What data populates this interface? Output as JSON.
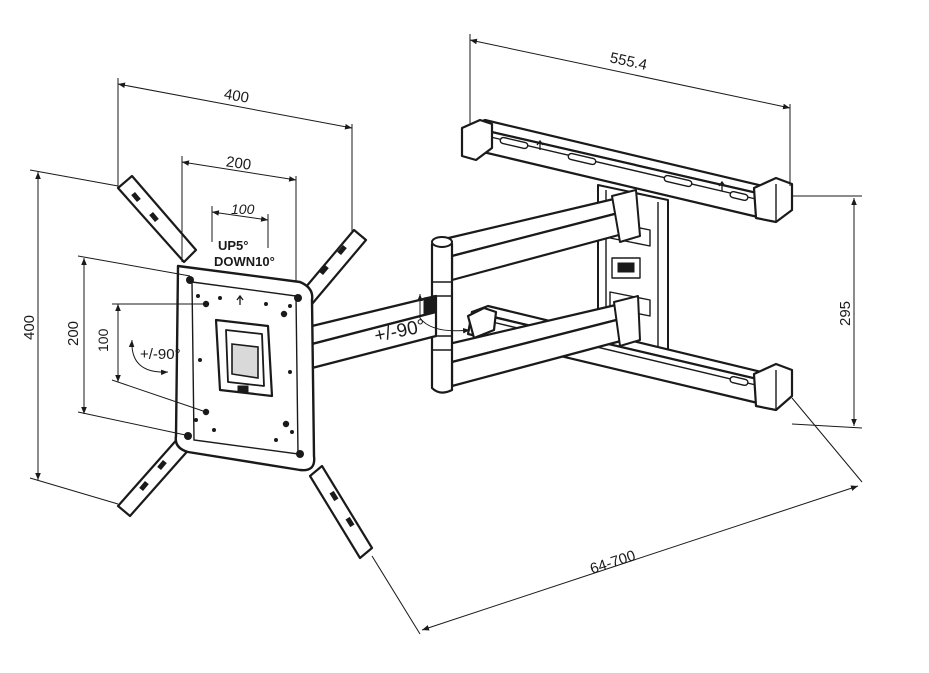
{
  "diagram": {
    "colors": {
      "line": "#1a1a1a",
      "fill": "#ffffff",
      "shade": "#d9d9d9"
    },
    "dimensions": {
      "vesa_outer_width": "400",
      "vesa_middle_width": "200",
      "vesa_inner_width": "100",
      "vesa_outer_height": "400",
      "vesa_middle_height": "200",
      "vesa_inner_height": "100",
      "wall_plate_width": "555.4",
      "wall_plate_height": "295",
      "extension": "64-700"
    },
    "labels": {
      "tilt_up": "UP5°",
      "tilt_down": "DOWN10°",
      "rotation": "+/-90°",
      "swivel": "+/-90°"
    }
  }
}
